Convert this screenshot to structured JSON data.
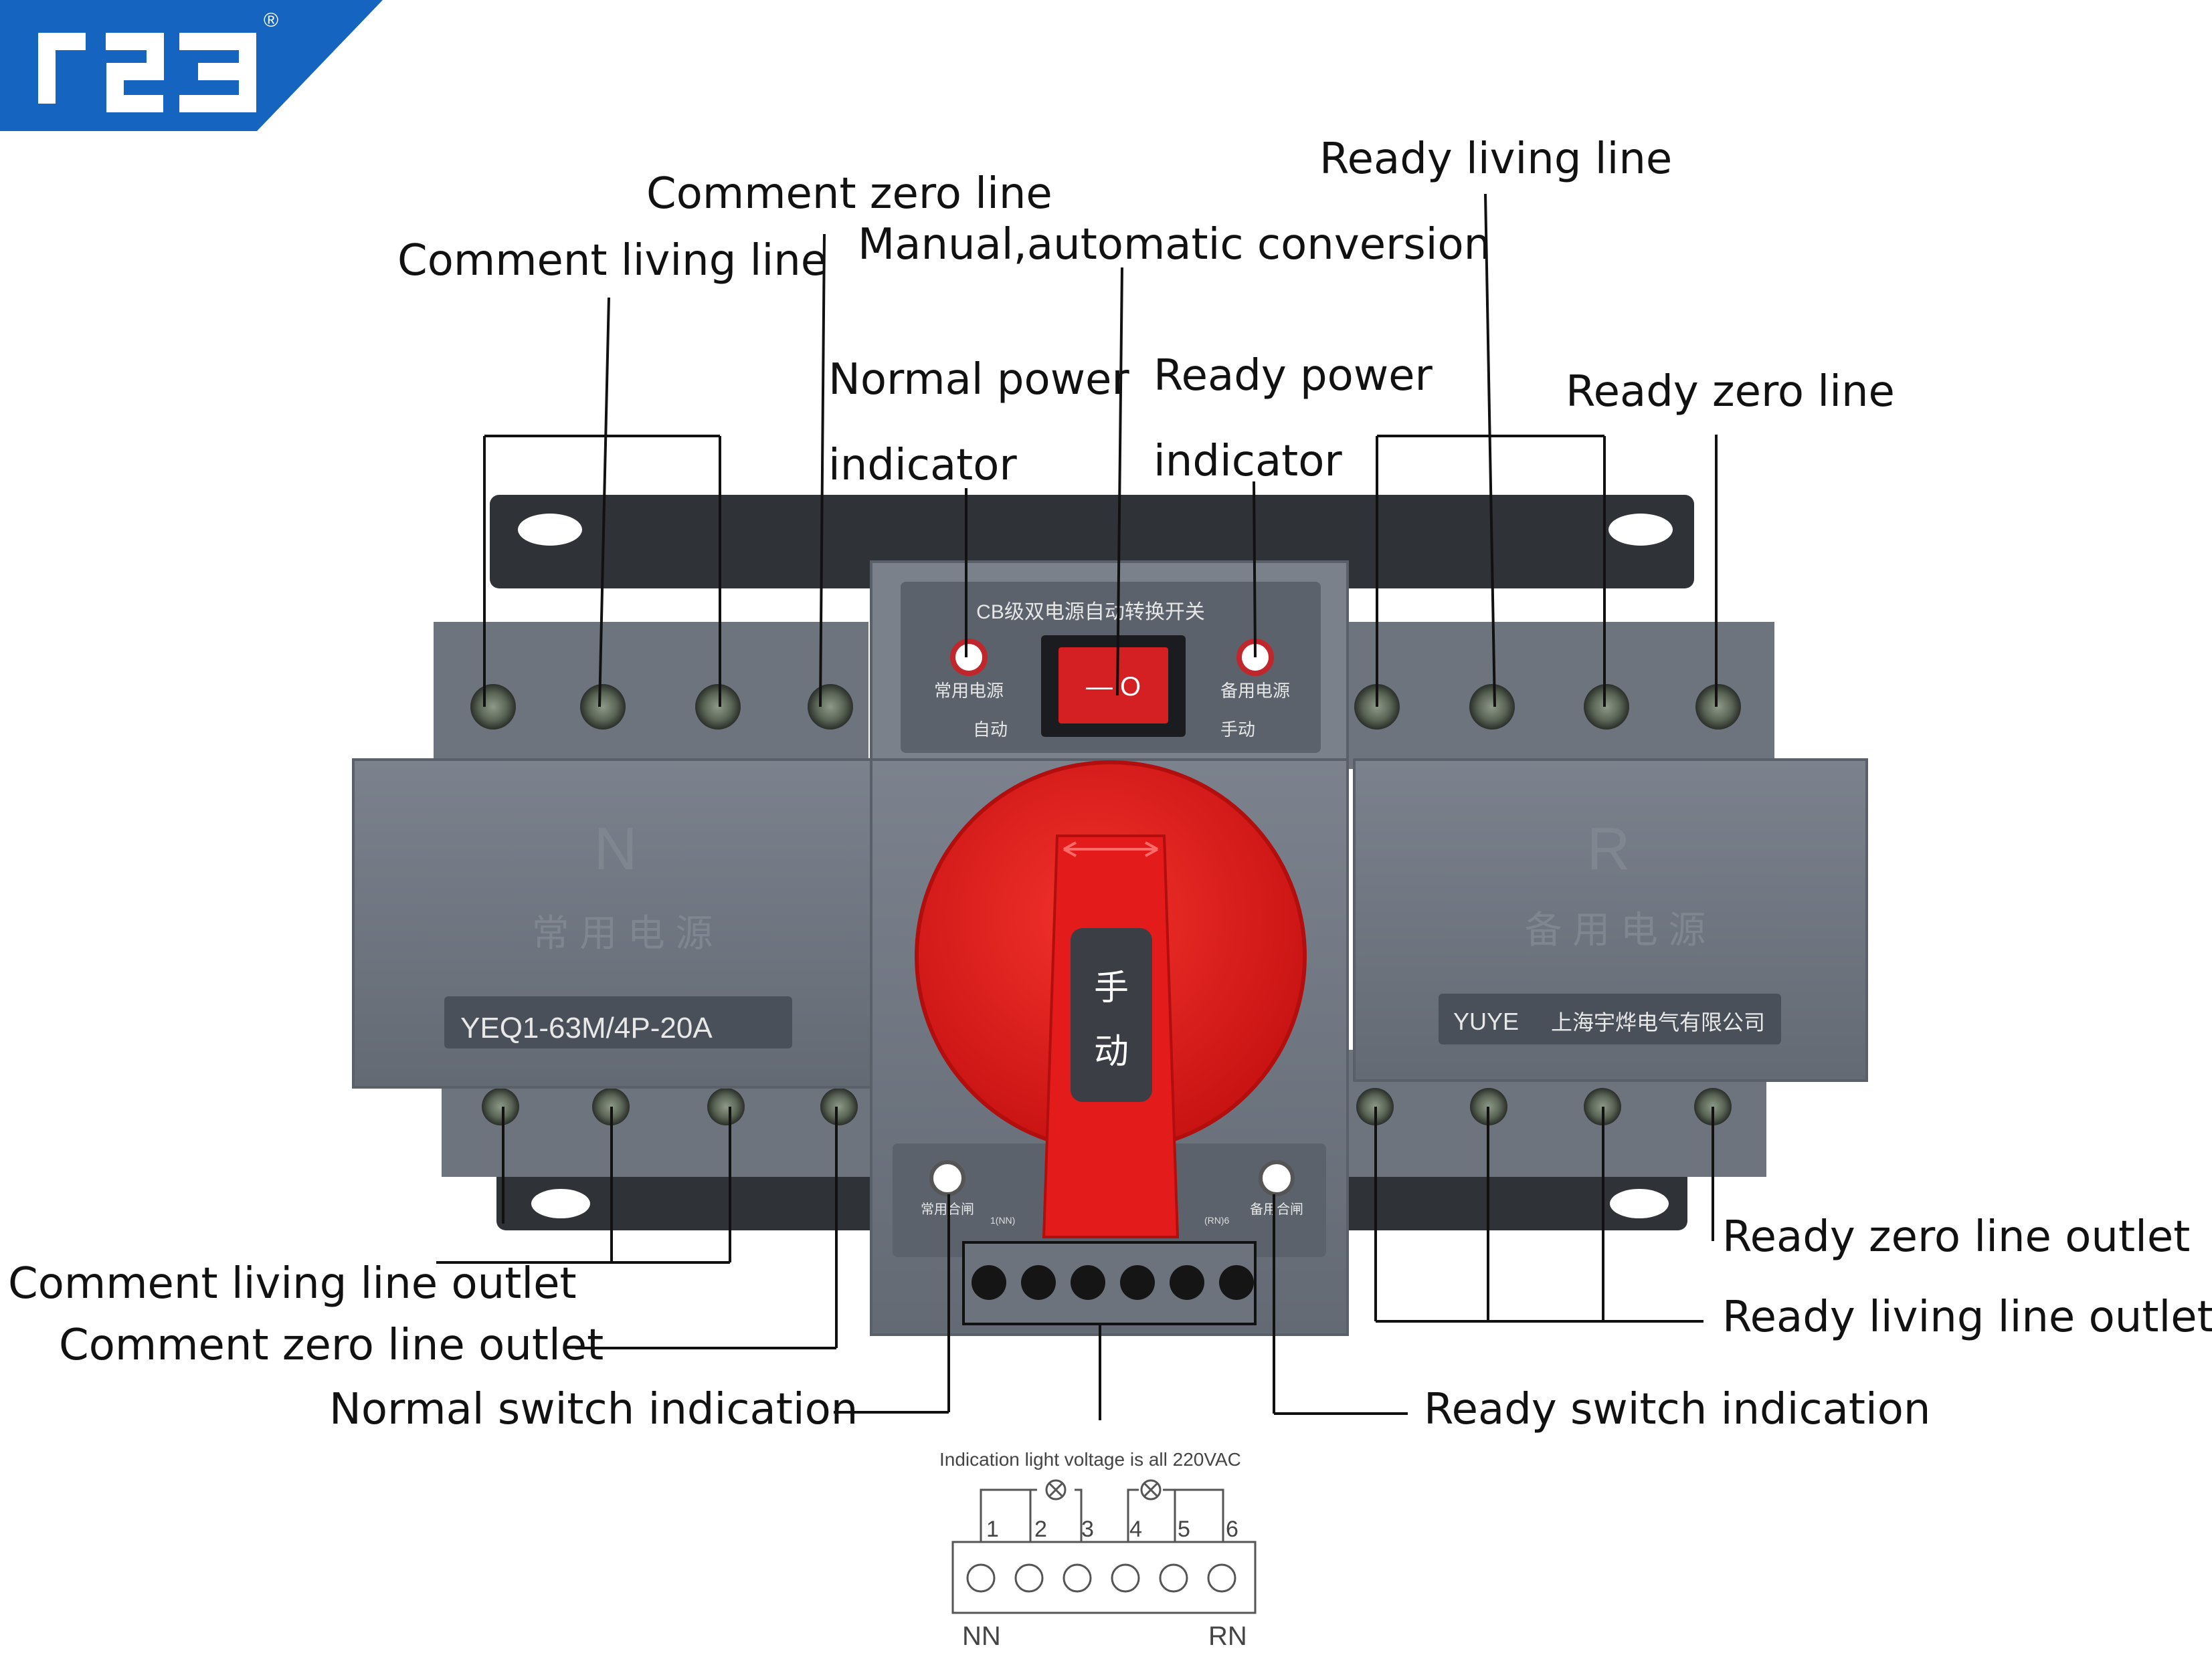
{
  "logo": {
    "text": "r23",
    "registered": "®",
    "color": "#1565c0"
  },
  "callouts": {
    "comment_zero_line": "Comment zero line",
    "comment_living_line": "Comment living line",
    "manual_automatic_conversion": "Manual,automatic conversion",
    "ready_living_line": "Ready living line",
    "normal_power_indicator_1": "Normal power",
    "normal_power_indicator_2": "indicator",
    "ready_power_indicator_1": "Ready power",
    "ready_power_indicator_2": "indicator",
    "ready_zero_line": "Ready zero line",
    "comment_living_line_outlet": "Comment living line outlet",
    "comment_zero_line_outlet": "Comment zero line outlet",
    "normal_switch_indication": "Normal switch indication",
    "ready_zero_line_outlet": "Ready zero line outlet",
    "ready_living_line_outlet": "Ready living line outlet",
    "ready_switch_indication": "Ready switch indication"
  },
  "device": {
    "top_panel_title": "CB级双电源自动转换开关",
    "normal_power_label": "常用电源",
    "auto_label": "自动",
    "ready_power_label": "备用电源",
    "manual_label": "手动",
    "rocker_symbols": "— O",
    "left_letter": "N",
    "left_subtitle": "常 用 电 源",
    "right_letter": "R",
    "right_subtitle": "备 用 电 源",
    "model_prefix": "YEQ1-63M/",
    "model_poles": "4",
    "model_p": "P-",
    "model_current": "20",
    "model_unit": "A",
    "brand": "YUYE",
    "company": "上海宇烨电气有限公司",
    "handle_char_1": "手",
    "handle_char_2": "动",
    "bottom_left_label": "常用合闸",
    "bottom_right_label": "备用合闸",
    "terminal_note_left": "1(NN)",
    "terminal_note_right": "(RN)6"
  },
  "wiring": {
    "title": "Indication light voltage is all 220VAC",
    "terminals": [
      "1",
      "2",
      "3",
      "4",
      "5",
      "6"
    ],
    "left_group": "NN",
    "right_group": "RN"
  },
  "colors": {
    "device_body": "#707782",
    "device_dark": "#4a5059",
    "handle_red": "#e01818",
    "indicator_red": "#c0272d",
    "text": "#111111"
  }
}
